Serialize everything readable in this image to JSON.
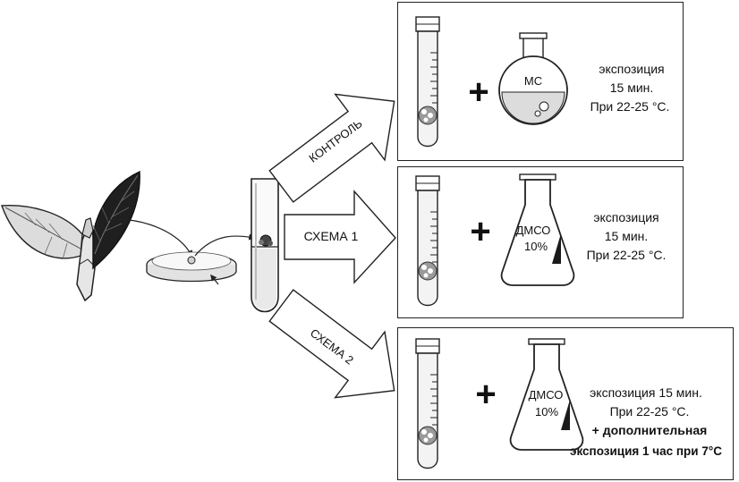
{
  "arrows": {
    "control": "КОНТРОЛЬ",
    "scheme1": "СХЕМА 1",
    "scheme2": "СХЕМА 2"
  },
  "panels": [
    {
      "reagent": "МС",
      "exposure": "экспозиция",
      "duration": "15 мин.",
      "temperature": "При 22-25 °С."
    },
    {
      "reagent": "ДМСО",
      "concentration": "10%",
      "exposure": "экспозиция",
      "duration": "15 мин.",
      "temperature": "При 22-25 °С."
    },
    {
      "reagent": "ДМСО",
      "concentration": "10%",
      "exposure": "экспозиция 15 мин.",
      "temperature": "При 22-25 °С.",
      "extra_line1": "+ дополнительная",
      "extra_line2": "экспозиция 1 час при 7°С"
    }
  ],
  "plus_sign": "+"
}
